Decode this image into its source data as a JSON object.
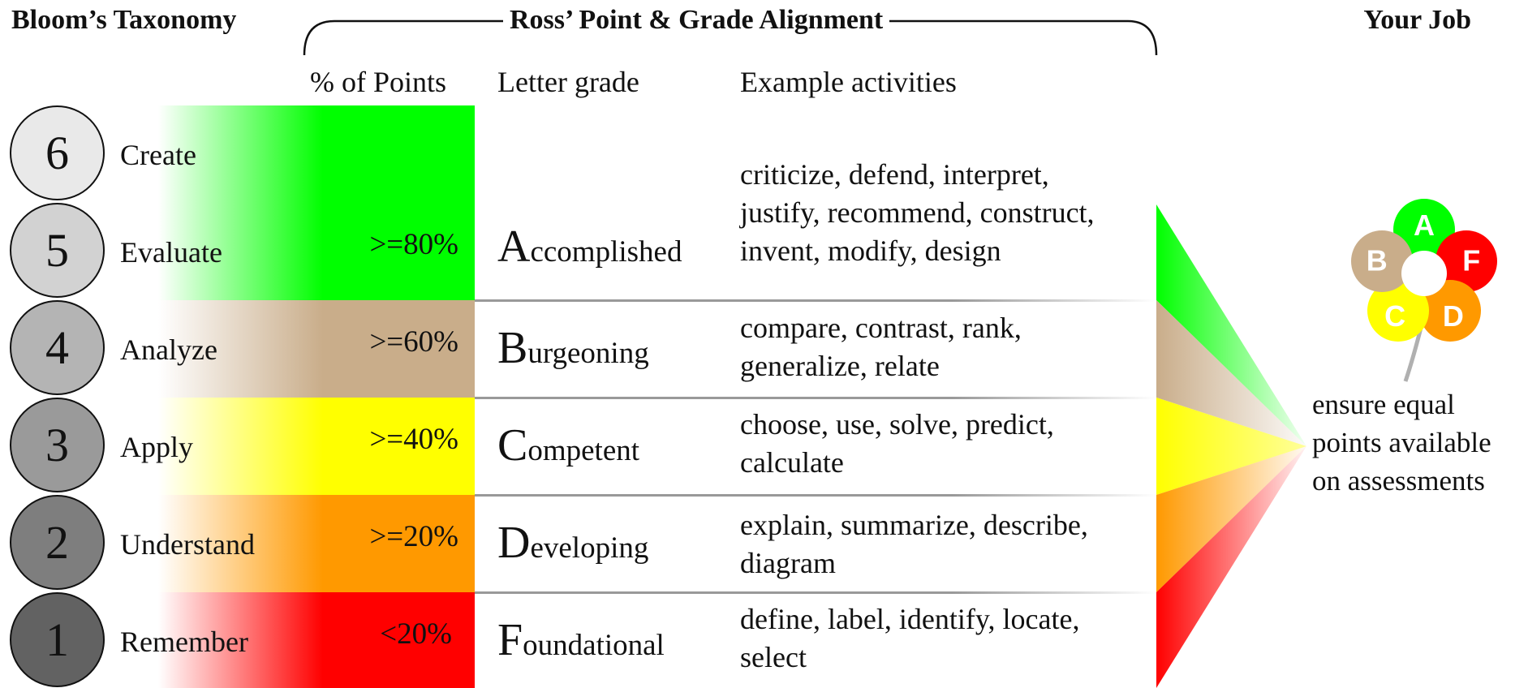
{
  "headers": {
    "bloom": "Bloom’s Taxonomy",
    "ross": "Ross’ Point & Grade Alignment",
    "your_job": "Your Job"
  },
  "columns": {
    "points": "% of Points",
    "letter": "Letter grade",
    "activities": "Example activities"
  },
  "bloom_levels": [
    {
      "number": "6",
      "name": "Create"
    },
    {
      "number": "5",
      "name": "Evaluate"
    },
    {
      "number": "4",
      "name": "Analyze"
    },
    {
      "number": "3",
      "name": "Apply"
    },
    {
      "number": "2",
      "name": "Understand"
    },
    {
      "number": "1",
      "name": "Remember"
    }
  ],
  "grades": [
    {
      "threshold": ">=80%",
      "initial": "A",
      "rest": "ccomplished",
      "activities": [
        "criticize, defend, interpret,",
        "justify, recommend, construct,",
        "invent, modify, design"
      ],
      "color": "#00ff00"
    },
    {
      "threshold": ">=60%",
      "initial": "B",
      "rest": "urgeoning",
      "activities": [
        "compare, contrast, rank,",
        "generalize, relate"
      ],
      "color": "#c9ad8a"
    },
    {
      "threshold": ">=40%",
      "initial": "C",
      "rest": "ompetent",
      "activities": [
        "choose, use, solve, predict,",
        "calculate"
      ],
      "color": "#ffff00"
    },
    {
      "threshold": ">=20%",
      "initial": "D",
      "rest": "eveloping",
      "activities": [
        "explain, summarize, describe,",
        "diagram"
      ],
      "color": "#ff9900"
    },
    {
      "threshold": "<20%",
      "initial": "F",
      "rest": "oundational",
      "activities": [
        "define, label, identify, locate,",
        "select"
      ],
      "color": "#ff0000"
    }
  ],
  "your_job": {
    "petal_labels": [
      "A",
      "F",
      "D",
      "C",
      "B"
    ],
    "tagline": [
      "ensure equal",
      "points available",
      "on assessments"
    ]
  }
}
